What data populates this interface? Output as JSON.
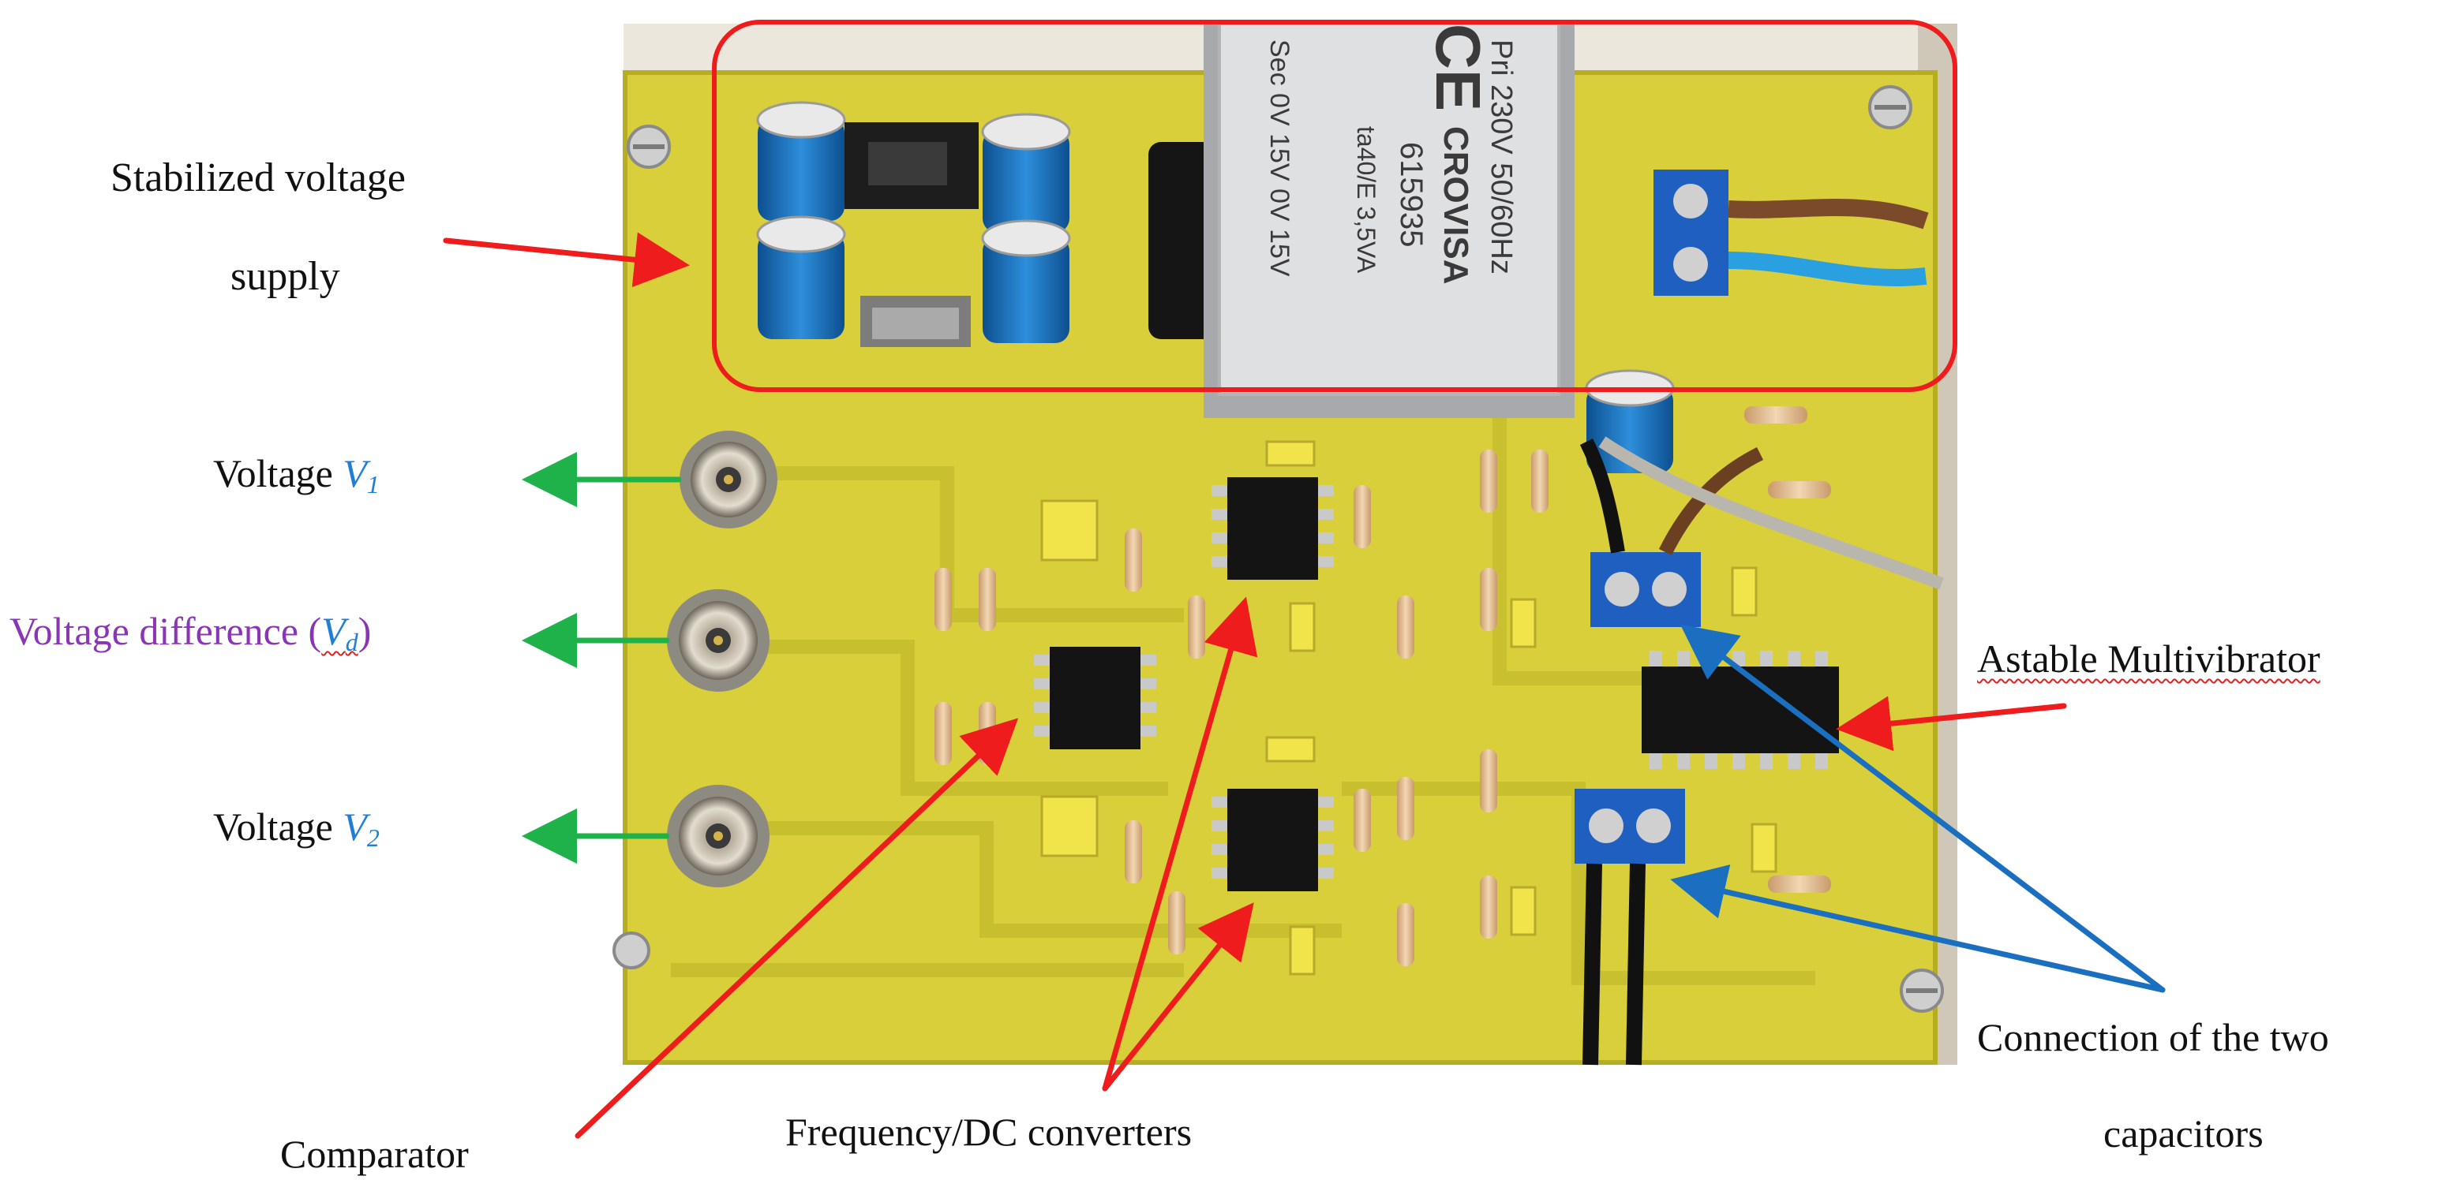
{
  "labels": {
    "stabilized_line1": "Stabilized voltage",
    "stabilized_line2": "supply",
    "voltage_v1_word": "Voltage",
    "voltage_v1_symbol": "V",
    "voltage_v1_sub": "1",
    "voltage_diff_word": "Voltage difference",
    "voltage_diff_open": "(",
    "voltage_diff_symbol": "V",
    "voltage_diff_sub": "d",
    "voltage_diff_close": ")",
    "voltage_v2_word": "Voltage",
    "voltage_v2_symbol": "V",
    "voltage_v2_sub": "2",
    "astable": "Astable Multivibrator",
    "connection_line1": "Connection of the two",
    "connection_line2": "capacitors",
    "comparator": "Comparator",
    "freq_dc": "Frequency/DC converters"
  },
  "pcb": {
    "transformer_line1": "Pri 230V 50/60Hz",
    "transformer_line2": "CROVISA",
    "transformer_line3": "615935",
    "transformer_line4": "ta40/E 3,5VA",
    "transformer_line5": "Sec 0V 15V 0V 15V",
    "ce_mark": "CE"
  },
  "colors": {
    "red_arrow": "#ee1c1c",
    "green_arrow": "#1fb24a",
    "blue_arrow": "#1b6fc0",
    "pcb_yellow": "#d8cf3a",
    "label_blue": "#1f7fd6",
    "label_purple": "#8a35b5"
  },
  "icons": [
    "bnc-connector-icon",
    "terminal-block-icon",
    "ic-chip-icon",
    "capacitor-icon",
    "resistor-icon",
    "transformer-icon"
  ]
}
